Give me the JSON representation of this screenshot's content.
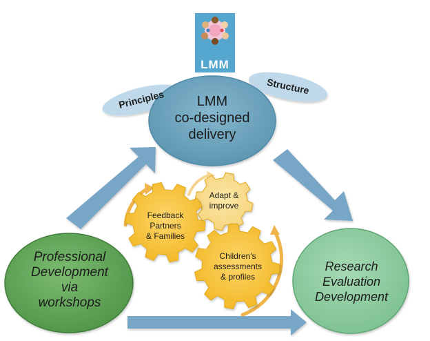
{
  "logo": {
    "text": "LMM"
  },
  "top_node": {
    "line1": "LMM",
    "line2": "co-designed",
    "line3": "delivery"
  },
  "tags": {
    "left": "Principles",
    "right": "Structure"
  },
  "left_node": {
    "line1": "Professional",
    "line2": "Development",
    "line3": "via",
    "line4": "workshops"
  },
  "right_node": {
    "line1": "Research",
    "line2": "Evaluation",
    "line3": "Development"
  },
  "gears": {
    "feedback": {
      "line1": "Feedback",
      "line2": "Partners",
      "line3": "& Families"
    },
    "adapt": {
      "line1": "Adapt &",
      "line2": "improve"
    },
    "children": {
      "line1": "Children's",
      "line2": "assessments",
      "line3": "& profiles"
    }
  },
  "colors": {
    "top_node": "#6fa6bf",
    "tag": "#bfd9ea",
    "left_node": "#62a55c",
    "right_node": "#8fcea2",
    "arrow": "#78a6c7",
    "gear": "#f6c231",
    "gear_light": "#f8dc8a",
    "orbit": "#efb44a"
  }
}
